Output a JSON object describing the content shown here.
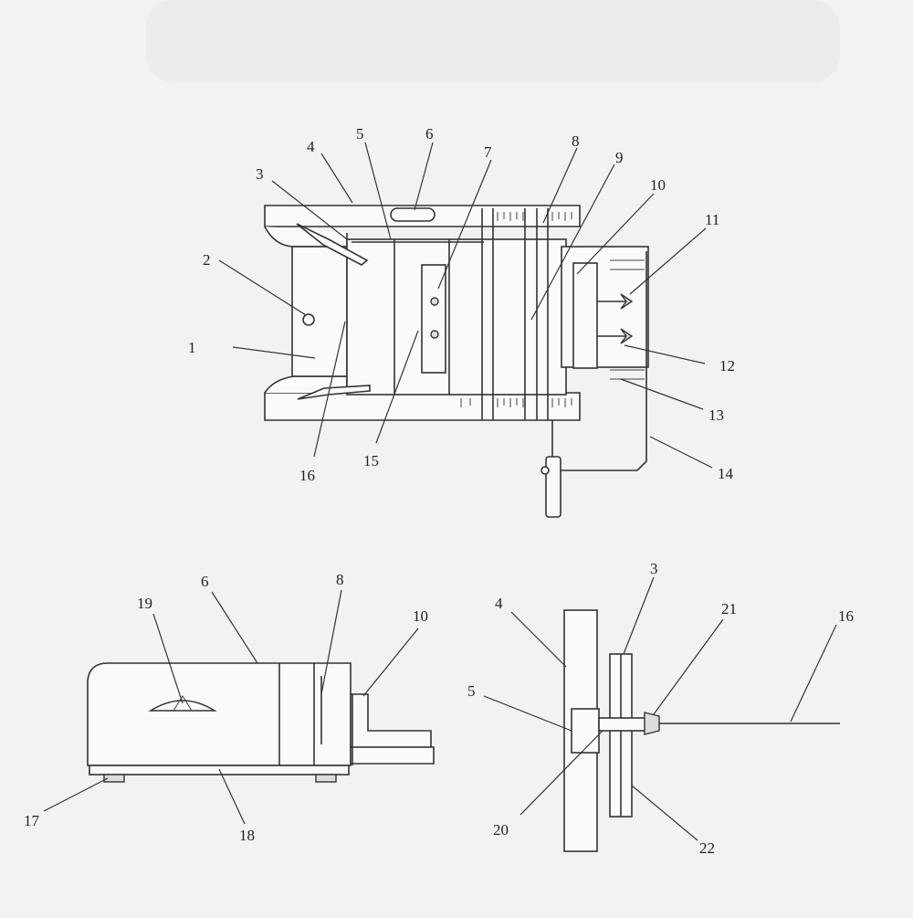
{
  "figure_top": {
    "labels": [
      "1",
      "2",
      "3",
      "4",
      "5",
      "6",
      "7",
      "8",
      "9",
      "10",
      "11",
      "12",
      "13",
      "14",
      "15",
      "16"
    ]
  },
  "figure_side": {
    "labels": [
      "6",
      "8",
      "10",
      "17",
      "18",
      "19"
    ]
  },
  "figure_detail": {
    "labels": [
      "3",
      "4",
      "5",
      "16",
      "20",
      "21",
      "22"
    ]
  }
}
